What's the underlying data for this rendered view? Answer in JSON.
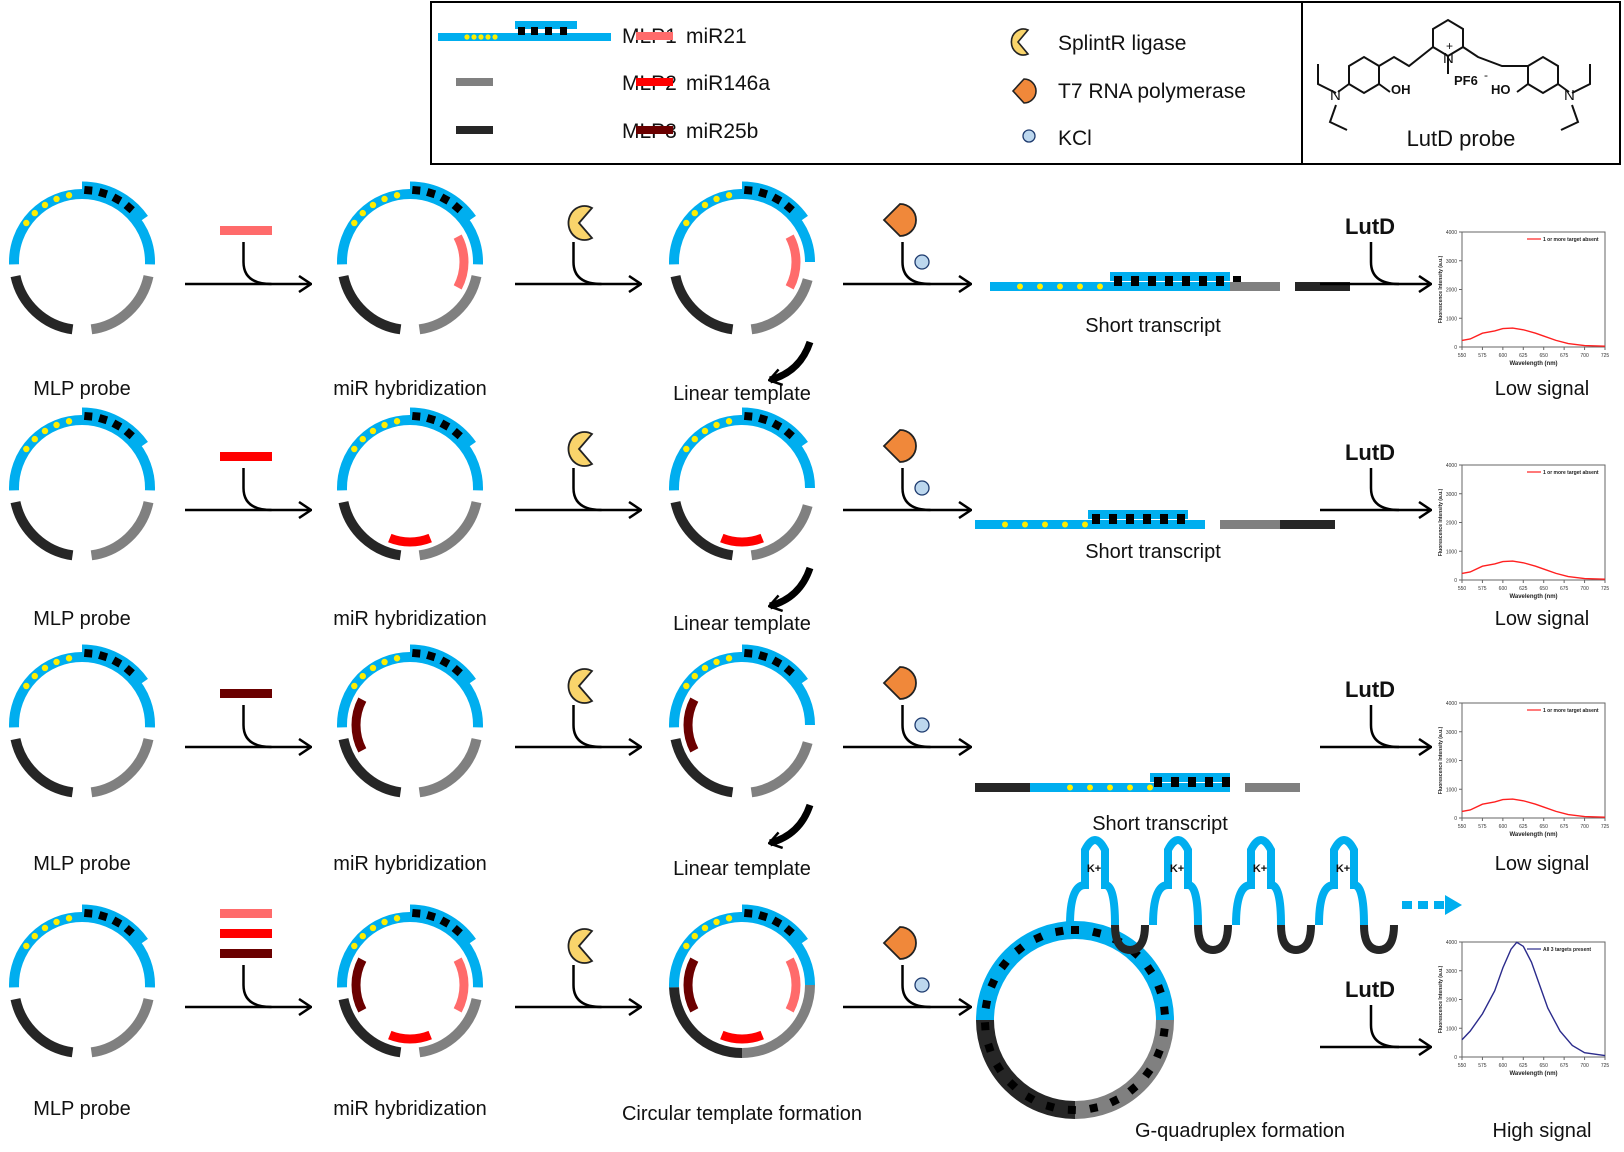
{
  "legend": {
    "items": [
      {
        "key": "mlp1",
        "label": "MLP1",
        "color": "#00aeef"
      },
      {
        "key": "mlp2",
        "label": "MLP2",
        "color": "#808080"
      },
      {
        "key": "mlp3",
        "label": "MLP3",
        "color": "#262626"
      },
      {
        "key": "mir21",
        "label": "miR21",
        "color": "#ff6b6b"
      },
      {
        "key": "mir146a",
        "label": "miR146a",
        "color": "#ff0000"
      },
      {
        "key": "mir25b",
        "label": "miR25b",
        "color": "#6b0000"
      },
      {
        "key": "splintr",
        "label": "SplintR ligase",
        "color": "#f9d46b"
      },
      {
        "key": "t7",
        "label": "T7 RNA polymerase",
        "color": "#f0883a"
      },
      {
        "key": "kcl",
        "label": "KCl",
        "color": "#bcd7ee"
      }
    ],
    "probe_label": "LutD probe",
    "probe_chem": {
      "oh_left": "OH",
      "oh_right": "HO",
      "n_left": "N",
      "n_right": "N",
      "n_center": "N",
      "plus": "+",
      "pf6": "PF6",
      "minus": "-"
    }
  },
  "reagent_label": "LutD",
  "rows": [
    {
      "probe_label": "MLP probe",
      "hyb_label": "miR hybridization",
      "template_label": "Linear template",
      "product_label": "Short transcript",
      "signal_label": "Low signal",
      "mirs": [
        "mir21"
      ]
    },
    {
      "probe_label": "MLP probe",
      "hyb_label": "miR hybridization",
      "template_label": "Linear template",
      "product_label": "Short transcript",
      "signal_label": "Low signal",
      "mirs": [
        "mir146a"
      ]
    },
    {
      "probe_label": "MLP probe",
      "hyb_label": "miR hybridization",
      "template_label": "Linear template",
      "product_label": "Short transcript",
      "signal_label": "Low signal",
      "mirs": [
        "mir25b"
      ]
    },
    {
      "probe_label": "MLP probe",
      "hyb_label": "miR hybridization",
      "template_label": "Circular template formation",
      "product_label": "G-quadruplex formation",
      "signal_label": "High signal",
      "mirs": [
        "mir21",
        "mir146a",
        "mir25b"
      ],
      "k_label": "K+"
    }
  ],
  "chart_data": [
    {
      "type": "line",
      "title": "",
      "xlabel": "Wavelength (nm)",
      "ylabel": "Fluorescence Intensity (a.u.)",
      "xlim": [
        550,
        725
      ],
      "ylim": [
        0,
        4000
      ],
      "xticks": [
        550,
        575,
        600,
        625,
        650,
        675,
        700,
        725
      ],
      "yticks": [
        0,
        1000,
        2000,
        3000,
        4000
      ],
      "legend": "top-right",
      "series": [
        {
          "name": "1 or more target absent",
          "color": "#ff2020",
          "x": [
            550,
            560,
            575,
            590,
            600,
            612,
            625,
            640,
            650,
            665,
            680,
            700,
            725
          ],
          "y": [
            230,
            280,
            480,
            560,
            640,
            660,
            600,
            480,
            380,
            230,
            120,
            50,
            30
          ]
        }
      ]
    },
    {
      "type": "line",
      "title": "",
      "xlabel": "Wavelength (nm)",
      "ylabel": "Fluorescence Intensity (a.u.)",
      "xlim": [
        550,
        725
      ],
      "ylim": [
        0,
        4000
      ],
      "xticks": [
        550,
        575,
        600,
        625,
        650,
        675,
        700,
        725
      ],
      "yticks": [
        0,
        1000,
        2000,
        3000,
        4000
      ],
      "legend": "top-right",
      "series": [
        {
          "name": "1 or more target absent",
          "color": "#ff2020",
          "x": [
            550,
            560,
            575,
            590,
            600,
            612,
            625,
            640,
            650,
            665,
            680,
            700,
            725
          ],
          "y": [
            230,
            280,
            480,
            560,
            640,
            660,
            600,
            480,
            380,
            230,
            120,
            50,
            30
          ]
        }
      ]
    },
    {
      "type": "line",
      "title": "",
      "xlabel": "Wavelength (nm)",
      "ylabel": "Fluorescence Intensity (a.u.)",
      "xlim": [
        550,
        725
      ],
      "ylim": [
        0,
        4000
      ],
      "xticks": [
        550,
        575,
        600,
        625,
        650,
        675,
        700,
        725
      ],
      "yticks": [
        0,
        1000,
        2000,
        3000,
        4000
      ],
      "legend": "top-right",
      "series": [
        {
          "name": "1 or more target absent",
          "color": "#ff2020",
          "x": [
            550,
            560,
            575,
            590,
            600,
            612,
            625,
            640,
            650,
            665,
            680,
            700,
            725
          ],
          "y": [
            230,
            280,
            480,
            560,
            640,
            660,
            600,
            480,
            380,
            230,
            120,
            50,
            30
          ]
        }
      ]
    },
    {
      "type": "line",
      "title": "",
      "xlabel": "Wavelength (nm)",
      "ylabel": "Fluorescence Intensity (a.u.)",
      "xlim": [
        550,
        725
      ],
      "ylim": [
        0,
        4000
      ],
      "xticks": [
        550,
        575,
        600,
        625,
        650,
        675,
        700,
        725
      ],
      "yticks": [
        0,
        1000,
        2000,
        3000,
        4000
      ],
      "legend": "top-right",
      "series": [
        {
          "name": "All 3 targets present",
          "color": "#2b2b8c",
          "x": [
            550,
            560,
            575,
            590,
            600,
            610,
            617,
            625,
            635,
            645,
            655,
            670,
            685,
            700,
            725
          ],
          "y": [
            600,
            900,
            1500,
            2300,
            3100,
            3750,
            3990,
            3850,
            3300,
            2500,
            1700,
            900,
            400,
            150,
            50
          ]
        }
      ]
    }
  ]
}
